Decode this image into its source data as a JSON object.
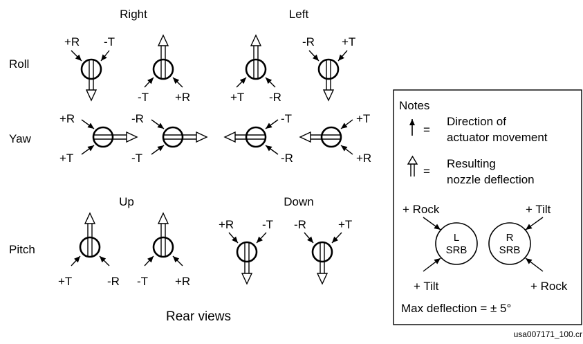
{
  "headers": {
    "right": "Right",
    "left": "Left",
    "up": "Up",
    "down": "Down"
  },
  "row_labels": {
    "roll": "Roll",
    "yaw": "Yaw",
    "pitch": "Pitch"
  },
  "diagrams": {
    "roll_right_1": {
      "a": "+R",
      "b": "-T"
    },
    "roll_right_2": {
      "a": "-T",
      "b": "+R"
    },
    "roll_left_1": {
      "a": "+T",
      "b": "-R"
    },
    "roll_left_2": {
      "a": "-R",
      "b": "+T"
    },
    "yaw_right_1": {
      "a": "+R",
      "b": "+T"
    },
    "yaw_right_2": {
      "a": "-R",
      "b": "-T"
    },
    "yaw_left_1": {
      "a": "-T",
      "b": "-R"
    },
    "yaw_left_2": {
      "a": "+T",
      "b": "+R"
    },
    "pitch_up_1": {
      "a": "+T",
      "b": "-R"
    },
    "pitch_up_2": {
      "a": "-T",
      "b": "+R"
    },
    "pitch_down_1": {
      "a": "+R",
      "b": "-T"
    },
    "pitch_down_2": {
      "a": "-R",
      "b": "+T"
    }
  },
  "notes": {
    "title": "Notes",
    "equals": "=",
    "actuator_line1": "Direction of",
    "actuator_line2": "actuator movement",
    "nozzle_line1": "Resulting",
    "nozzle_line2": "nozzle deflection",
    "rock_left": "+ Rock",
    "tilt_right": "+ Tilt",
    "tilt_left": "+ Tilt",
    "rock_right": "+ Rock",
    "srb_left_top": "L",
    "srb_left_bottom": "SRB",
    "srb_right_top": "R",
    "srb_right_bottom": "SRB",
    "max_deflection": "Max deflection = ± 5°"
  },
  "caption": "Rear views",
  "figure_id": "usa007171_100.cr"
}
